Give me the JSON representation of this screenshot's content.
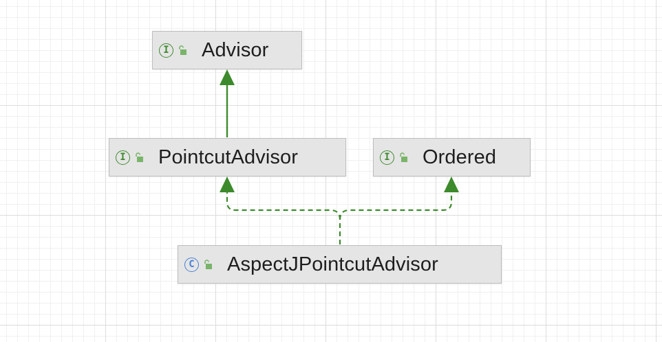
{
  "diagram": {
    "nodes": [
      {
        "id": "advisor",
        "label": "Advisor",
        "kind": "interface",
        "kind_glyph": "I",
        "kind_color": "#3f8a2f",
        "icon": "public-lock-icon"
      },
      {
        "id": "pointcut_advisor",
        "label": "PointcutAdvisor",
        "kind": "interface",
        "kind_glyph": "I",
        "kind_color": "#3f8a2f",
        "icon": "public-lock-icon"
      },
      {
        "id": "ordered",
        "label": "Ordered",
        "kind": "interface",
        "kind_glyph": "I",
        "kind_color": "#3f8a2f",
        "icon": "public-lock-icon"
      },
      {
        "id": "aspectj_pointcut_advisor",
        "label": "AspectJPointcutAdvisor",
        "kind": "class",
        "kind_glyph": "C",
        "kind_color": "#4a7fd6",
        "icon": "public-lock-icon"
      }
    ],
    "edges": [
      {
        "from": "pointcut_advisor",
        "to": "advisor",
        "type": "extends",
        "style": "solid"
      },
      {
        "from": "aspectj_pointcut_advisor",
        "to": "pointcut_advisor",
        "type": "implements",
        "style": "dashed"
      },
      {
        "from": "aspectj_pointcut_advisor",
        "to": "ordered",
        "type": "implements",
        "style": "dashed"
      }
    ],
    "colors": {
      "edge": "#3d8a2c",
      "node_fill": "#e5e5e5",
      "node_border": "#bdbdbd",
      "lock": "#79b46a"
    }
  }
}
